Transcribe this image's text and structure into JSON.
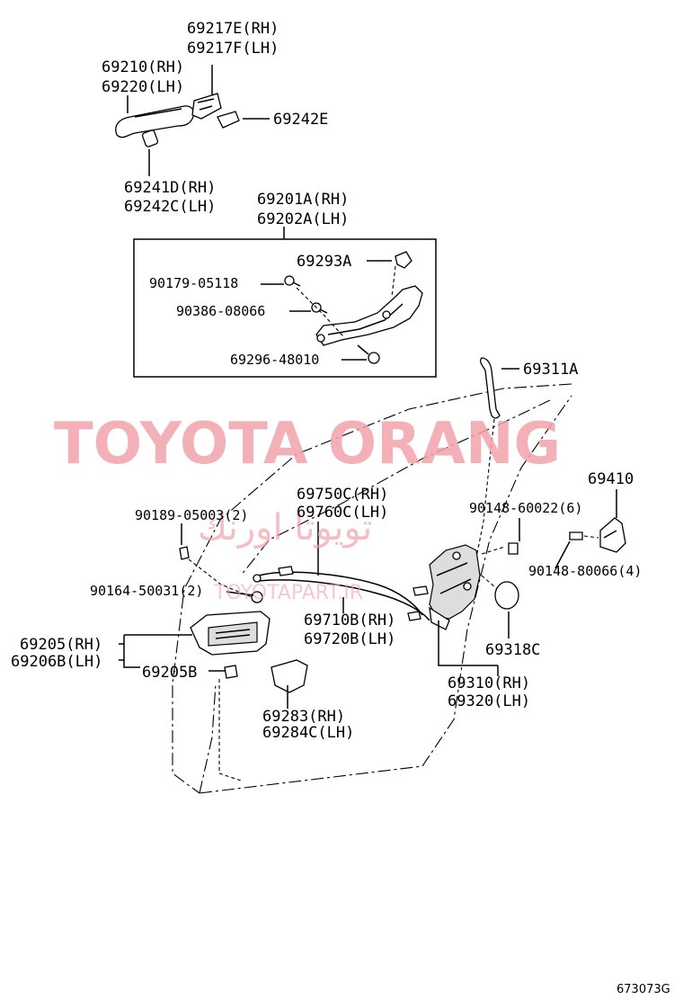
{
  "watermark": {
    "main": "TOYOTA ORANG",
    "arabic": "تويوتا اورنك",
    "url": "TOYOTAPART.IR"
  },
  "labels": {
    "l69217e": "69217E(RH)",
    "l69217f": "69217F(LH)",
    "l69210": "69210(RH)",
    "l69220": "69220(LH)",
    "l69242e": "69242E",
    "l69241d": "69241D(RH)",
    "l69242c": "69242C(LH)",
    "l69201a": "69201A(RH)",
    "l69202a": "69202A(LH)",
    "l69293a": "69293A",
    "l90179": "90179-05118",
    "l90386": "90386-08066",
    "l69296": "69296-48010",
    "l69311a": "69311A",
    "l69410": "69410",
    "l69750c": "69750C(RH)",
    "l69760c": "69760C(LH)",
    "l90189": "90189-05003(2)",
    "l90148a": "90148-60022(6)",
    "l90148b": "90148-80066(4)",
    "l90164": "90164-50031(2)",
    "l69710b": "69710B(RH)",
    "l69720b": "69720B(LH)",
    "l69205": "69205(RH)",
    "l69206b": "69206B(LH)",
    "l69205b": "69205B",
    "l69318c": "69318C",
    "l69310": "69310(RH)",
    "l69320": "69320(LH)",
    "l69283": "69283(RH)",
    "l69284c": "69284C(LH)"
  },
  "diagram_code": "673073G"
}
